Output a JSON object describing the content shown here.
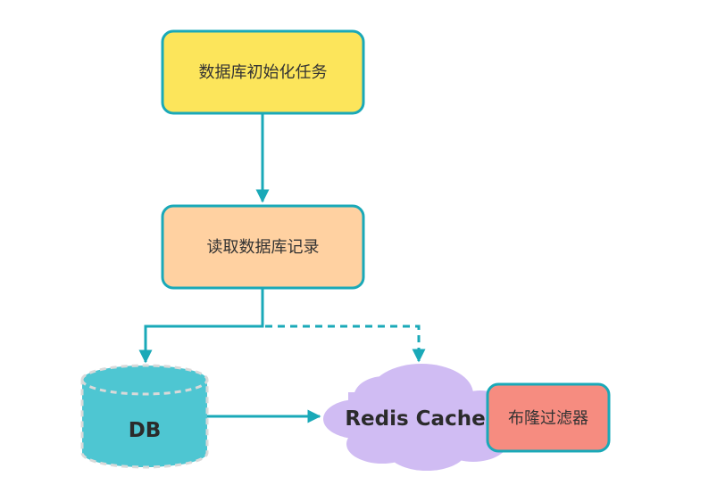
{
  "diagram": {
    "nodes": {
      "init_task": {
        "label": "数据库初始化任务",
        "fill": "#FCE55B",
        "stroke": "#1AA9B8"
      },
      "read_records": {
        "label": "读取数据库记录",
        "fill": "#FFD1A1",
        "stroke": "#1AA9B8"
      },
      "db": {
        "label": "DB",
        "fill": "#4EC6D2",
        "stroke": "#D9D9D9"
      },
      "redis_cache": {
        "label": "Redis Cache",
        "fill": "#D0BCF3"
      },
      "bloom_filter": {
        "label": "布隆过滤器",
        "fill": "#F68C80",
        "stroke": "#1AA9B8"
      }
    },
    "edges": [
      {
        "from": "init_task",
        "to": "read_records",
        "style": "solid"
      },
      {
        "from": "read_records",
        "to": "db",
        "style": "solid"
      },
      {
        "from": "read_records",
        "to": "redis_cache",
        "style": "dashed"
      },
      {
        "from": "db",
        "to": "redis_cache",
        "style": "solid"
      }
    ],
    "edge_color": "#1AA9B8"
  }
}
